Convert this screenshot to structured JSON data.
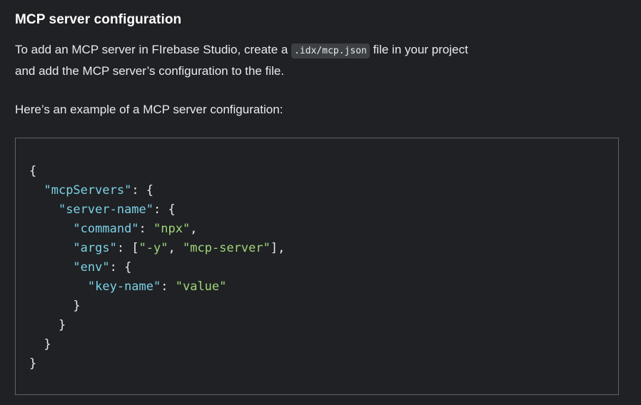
{
  "heading": "MCP server configuration",
  "intro": {
    "before_code": "To add an MCP server in FIrebase Studio, create a ",
    "inline_code": ".idx/mcp.json",
    "after_code": " file in your project and add the MCP server’s configuration to the file."
  },
  "example_intro": "Here’s an example of a MCP server configuration:",
  "code": {
    "line1": "{",
    "mcpServers_key": "\"mcpServers\"",
    "server_name_key": "\"server-name\"",
    "command_key": "\"command\"",
    "command_value": "\"npx\"",
    "args_key": "\"args\"",
    "args_value_1": "\"-y\"",
    "args_value_2": "\"mcp-server\"",
    "env_key": "\"env\"",
    "key_name_key": "\"key-name\"",
    "key_name_value": "\"value\""
  },
  "colors": {
    "background": "#202124",
    "key": "#7ad1e6",
    "string": "#9fd67a",
    "text": "#e8eaed",
    "border": "#5f6368"
  }
}
